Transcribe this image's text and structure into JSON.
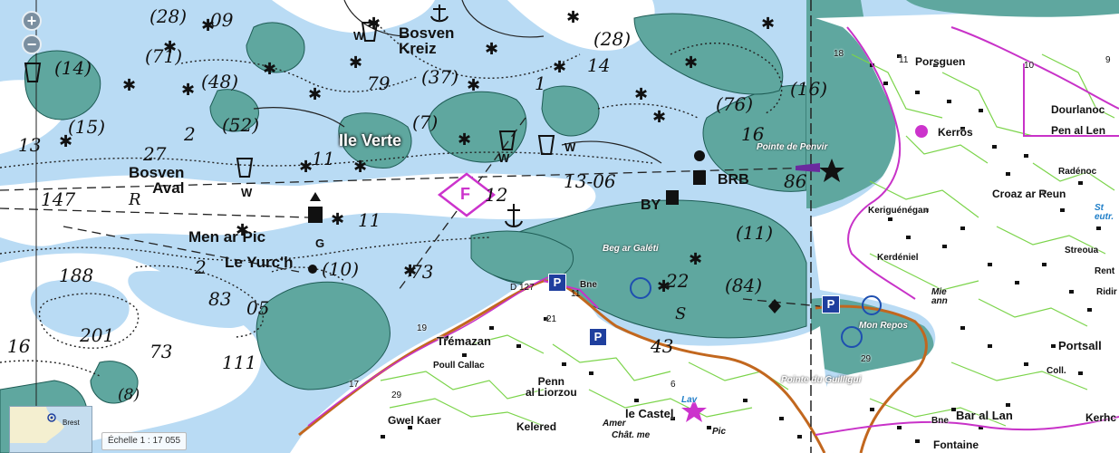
{
  "controls": {
    "zoom_in": "+",
    "zoom_out": "−",
    "scale_label": "Échelle 1 : 17 055",
    "overview_label": "Brest"
  },
  "chart_labels": {
    "bosven_kreiz": "Bosven\nKreiz",
    "ile_verte": "Ile Verte",
    "bosven_aval": "Bosven\nAval",
    "men_ar_pic": "Men ar Pic",
    "le_yurch": "Le Yurc'h",
    "brb": "BRB",
    "by": "BY",
    "g": "G",
    "w1": "W",
    "w2": "W",
    "w3": "W",
    "w4": "W",
    "r": "R",
    "s": "S",
    "f": "F",
    "d127": "D 127",
    "one": "11"
  },
  "depths": [
    "(28)",
    "09",
    "(71)",
    "(48)",
    "79",
    "(37)",
    "(14)",
    "(15)",
    "13",
    "(52)",
    "2",
    "27",
    "147",
    "(7)",
    "11",
    "(28)",
    "14",
    "1",
    "(76)",
    "16",
    "(16)",
    "13-06",
    "12",
    "86",
    "11",
    "(11)",
    "188",
    "2",
    "83",
    "05",
    "(10)",
    "73",
    "22",
    "(84)",
    "201",
    "73",
    "16",
    "(8)",
    "111",
    "43"
  ],
  "places": {
    "porsguen": "Porsguen",
    "dourlanoc": "Dourlanoc",
    "pen_al_len": "Pen al Len",
    "kerros": "Kerros",
    "pointe_penvir": "Pointe de Penvir",
    "radenoc": "Radénoc",
    "croaz_ar_reun": "Croaz ar Reun",
    "keriguenegan": "Keriguénégan",
    "st_eutr": "St\neutr.",
    "kerdeniel": "Kerdéniel",
    "streoua": "Streoua",
    "rent": "Rent",
    "ridir": "Ridir",
    "mie_ann": "Mie\nann",
    "mon_repos": "Mon Repos",
    "portsall": "Portsall",
    "coll": "Coll.",
    "pointe_guilligui": "Pointe du Guilligui",
    "bar_al_lan": "Bar al Lan",
    "kerhc": "Kerhc",
    "fontaine": "Fontaine",
    "bne": "Bne",
    "tremazan": "Trémazan",
    "poull_callac": "Poull Callac",
    "penn_al_liorzou": "Penn\nal Liorzou",
    "gwel_kaer": "Gwel Kaer",
    "kelered": "Kelered",
    "le_castel": "le Castel",
    "chat_me": "Chât. me",
    "amer": "Amer",
    "lav": "Lav",
    "pic": "Pic",
    "beg_ar_galeti": "Beg ar Galéti",
    "bne2": "Bne",
    "num19": "19",
    "num21": "21",
    "num17": "17",
    "num29": "29",
    "num29b": "29",
    "num6": "6",
    "num18": "18",
    "num11": "11",
    "num10": "10",
    "num9": "9"
  },
  "colors": {
    "sea_shallow": "#b9dbf4",
    "sea_deep": "#ffffff",
    "drying": "#5fa79f",
    "land": "#ffffff",
    "road_primary": "#c2671e",
    "commune_boundary": "#c832c8",
    "vegetation": "#7bd44a",
    "marker": "#cc33cc"
  }
}
